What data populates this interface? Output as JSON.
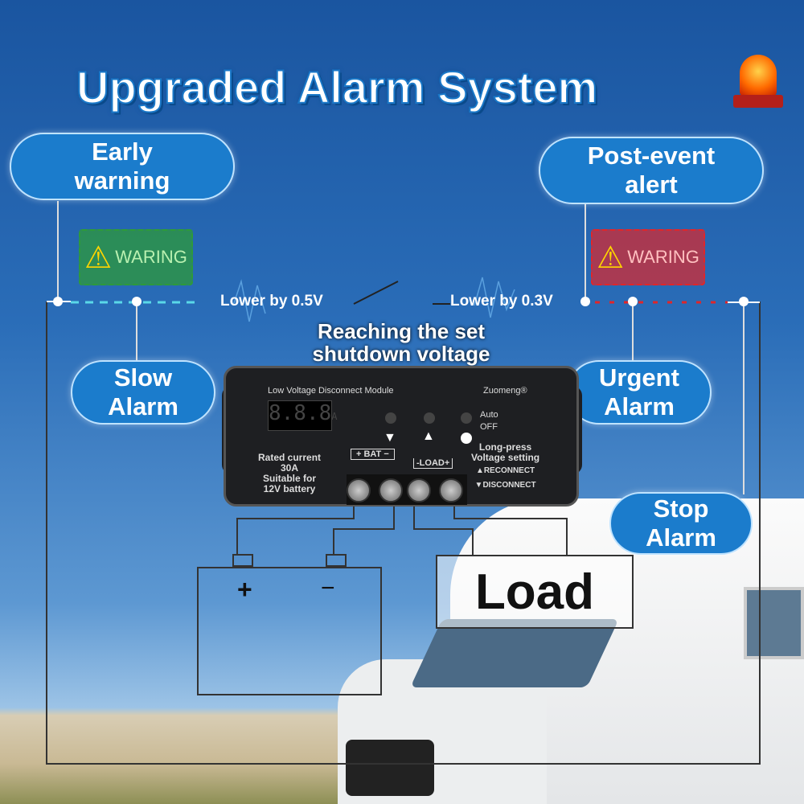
{
  "title": "Upgraded Alarm System",
  "callouts": {
    "early_warning": [
      "Early",
      "warning"
    ],
    "post_event": [
      "Post-event",
      "alert"
    ],
    "slow_alarm": [
      "Slow",
      "Alarm"
    ],
    "urgent_alarm": [
      "Urgent",
      "Alarm"
    ],
    "stop_alarm": [
      "Stop",
      "Alarm"
    ]
  },
  "badges": {
    "green_text": "WARING",
    "red_text": "WARING",
    "green_color": "#2e9a3a",
    "red_color": "#e0262a"
  },
  "voltage_labels": {
    "left": "Lower by 0.5V",
    "right": "Lower by 0.3V"
  },
  "device": {
    "overlay_text": [
      "Reaching the set",
      "shutdown voltage"
    ],
    "module_name": "Low Voltage Disconnect Module",
    "brand": "Zuomeng®",
    "display": "8.8.8",
    "display_unit": "A",
    "mode_labels": [
      "Auto",
      "OFF"
    ],
    "rated": [
      "Rated  current",
      "30A",
      "Suitable for",
      "12V battery"
    ],
    "bat_label": "+ BAT −",
    "load_label": "-LOAD+",
    "long_press": [
      "Long-press",
      "Voltage setting"
    ],
    "reconnect": "▲RECONNECT",
    "disconnect": "▼DISCONNECT"
  },
  "battery": {
    "plus": "+",
    "minus": "−"
  },
  "load": "Load"
}
